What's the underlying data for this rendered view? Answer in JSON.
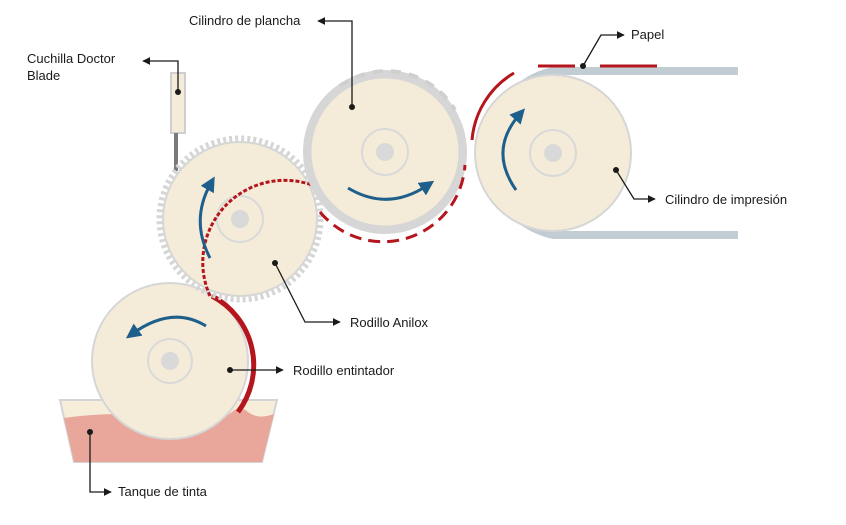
{
  "labels": {
    "doctor_blade": "Cuchilla Doctor\nBlade",
    "plate_cylinder": "Cilindro de plancha",
    "paper": "Papel",
    "impression_cylinder": "Cilindro de impresión",
    "anilox_roller": "Rodillo Anilox",
    "fountain_roller": "Rodillo entintador",
    "ink_tank": "Tanque de tinta"
  },
  "colors": {
    "roller_fill": "#f4ecd8",
    "roller_outline": "#d6d6d6",
    "hub": "#d9d9d9",
    "ink_red": "#b5151c",
    "arrow_blue": "#1f5f8b",
    "paper_gray": "#c2cdd3",
    "ink_liquid": "#e8a79a",
    "tank_outline": "#d4d4d4",
    "text": "#1a1a1a"
  }
}
